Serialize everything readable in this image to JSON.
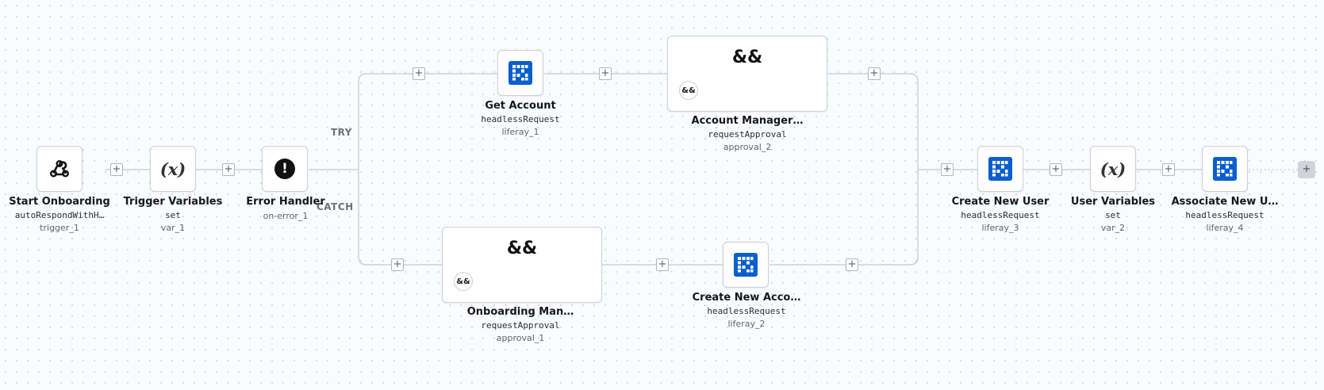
{
  "nodes": {
    "start_onboarding": {
      "title": "Start Onboarding",
      "subtitle": "autoRespondWithH…",
      "id": "trigger_1",
      "icon": "webhook-icon"
    },
    "trigger_variables": {
      "title": "Trigger Variables",
      "subtitle": "set",
      "id": "var_1",
      "icon": "variable-icon",
      "glyph": "(x)"
    },
    "error_handler": {
      "title": "Error Handler",
      "subtitle": "",
      "id": "on-error_1",
      "icon": "error-icon",
      "glyph": "!"
    },
    "get_account": {
      "title": "Get Account",
      "subtitle": "headlessRequest",
      "id": "liferay_1",
      "icon": "liferay-icon"
    },
    "account_manager": {
      "title": "Account Manager…",
      "subtitle": "requestApproval",
      "id": "approval_2",
      "icon": "and-icon",
      "glyph": "&&"
    },
    "onboarding_manager": {
      "title": "Onboarding Man…",
      "subtitle": "requestApproval",
      "id": "approval_1",
      "icon": "and-icon",
      "glyph": "&&"
    },
    "create_new_account": {
      "title": "Create New Acco…",
      "subtitle": "headlessRequest",
      "id": "liferay_2",
      "icon": "liferay-icon"
    },
    "create_new_user": {
      "title": "Create New User",
      "subtitle": "headlessRequest",
      "id": "liferay_3",
      "icon": "liferay-icon"
    },
    "user_variables": {
      "title": "User Variables",
      "subtitle": "set",
      "id": "var_2",
      "icon": "variable-icon",
      "glyph": "(x)"
    },
    "associate_new_user": {
      "title": "Associate New U…",
      "subtitle": "headlessRequest",
      "id": "liferay_4",
      "icon": "liferay-icon"
    }
  },
  "branches": {
    "try": "TRY",
    "catch": "CATCH"
  },
  "add_glyph": "+",
  "colors": {
    "liferay_blue": "#0b5fcc",
    "edge": "#c9d1da",
    "node_border": "#c9d1da"
  }
}
